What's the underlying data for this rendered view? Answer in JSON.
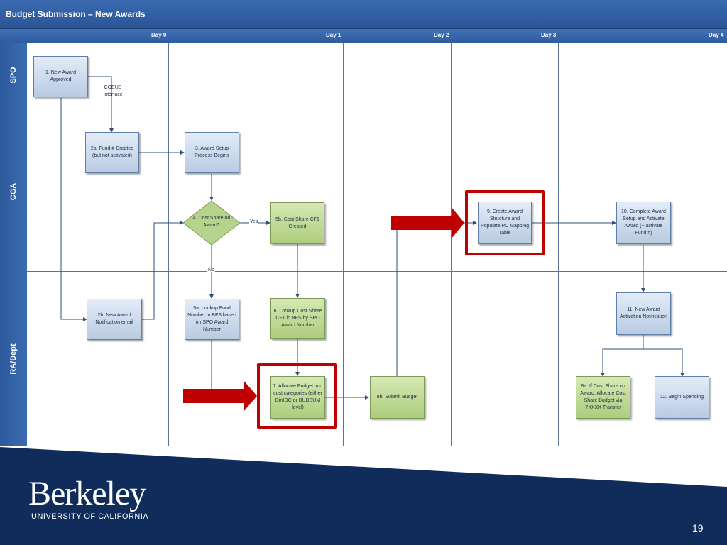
{
  "header": {
    "title": "Budget Submission – New Awards"
  },
  "days": [
    "Day 0",
    "Day 1",
    "Day 2",
    "Day 3",
    "Day 4"
  ],
  "lanes": [
    "SPO",
    "CGA",
    "RA/Dept"
  ],
  "nodes": {
    "n1": "1. New Award Approved",
    "coeus": "COEUS Interface",
    "n2a": "2a. Fund # Created (but not activated)",
    "n3": "3. Award Setup Process Begins",
    "n4": "4. Cost Share on Award?",
    "n5b": "5b. Cost Share CF1 Created",
    "n9": "9. Create Award Structure and Populate PC Mapping Table",
    "n10": "10. Complete Award Setup and Activate Award (+ activate Fund #)",
    "n2b": "2b. New Award Notification email",
    "n5a": "5a. Lookup Fund Number in BFS based on SPO Award Number",
    "n6": "6. Lookup Cost Share CF1 in BFS by SPO Award Number",
    "n7": "7. Allocate Budget into cost categories (either Dir/IDC or BUDBUM level)",
    "n8b": "8b. Submit Budget",
    "n11": "11. New Award Activation Notification",
    "n8a": "8a. If Cost Share on Award, Allocate Cost Share Budget via 7XXXX Transfer",
    "n12": "12. Begin Spending"
  },
  "edge_labels": {
    "yes": "Yes",
    "no": "No"
  },
  "colors": {
    "title_bar": "#2a5597",
    "blue_box": "#b9cbe3",
    "green_box": "#aecd7d",
    "highlight": "#c00000",
    "footer": "#0f2c5a"
  },
  "footer": {
    "logo_word": "Berkeley",
    "logo_sub": "UNIVERSITY OF CALIFORNIA",
    "page_number": "19"
  }
}
